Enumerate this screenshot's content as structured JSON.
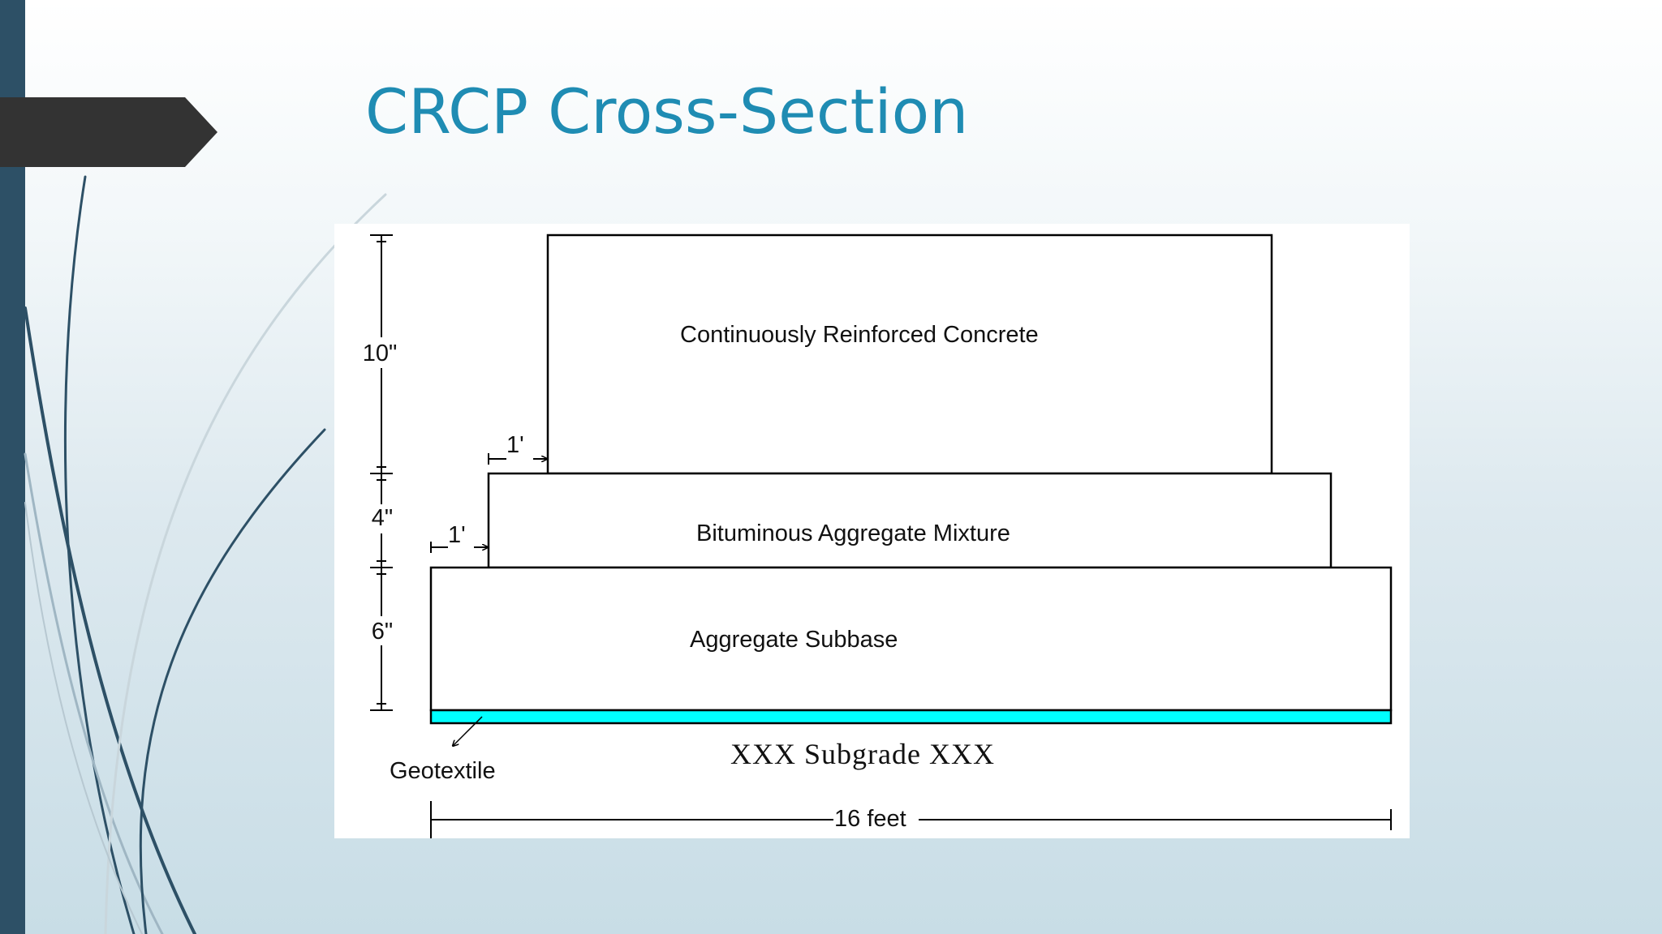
{
  "title": "CRCP Cross-Section",
  "diagram": {
    "layers": {
      "concrete": "Continuously Reinforced Concrete",
      "bituminous": "Bituminous Aggregate Mixture",
      "subbase": "Aggregate Subbase",
      "geotextile": "Geotextile",
      "subgrade": "XXX Subgrade XXX"
    },
    "dimensions": {
      "concrete_thickness": "10\"",
      "bituminous_thickness": "4\"",
      "subbase_thickness": "6\"",
      "step_upper": "1'",
      "step_lower": "1'",
      "total_width": "16 feet"
    }
  },
  "colors": {
    "title": "#1f8cb3",
    "side_bar": "#2d5066",
    "title_tab": "#333333",
    "geotextile": "#00ffff"
  }
}
